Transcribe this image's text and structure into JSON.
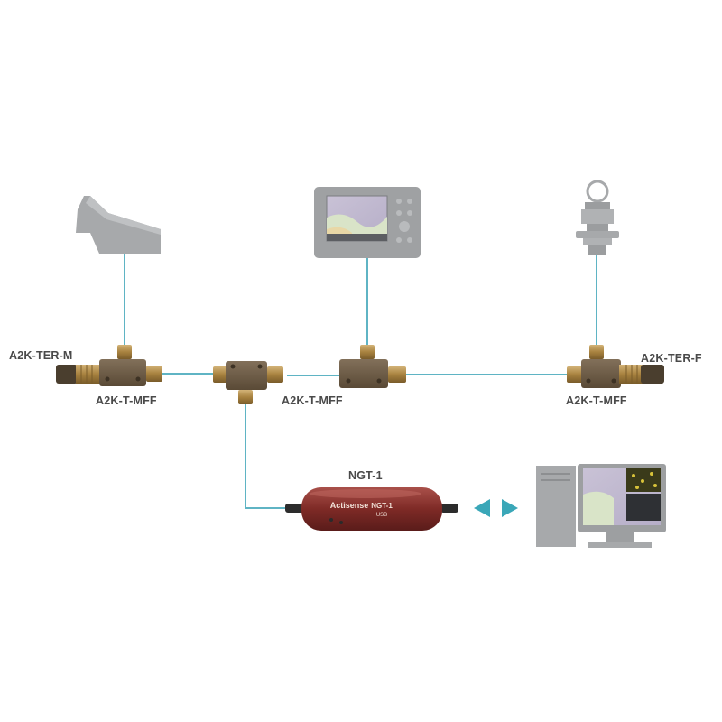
{
  "labels": {
    "terminator_left": "A2K-TER-M",
    "terminator_right": "A2K-TER-F",
    "tee_1": "A2K-T-MFF",
    "tee_2": "A2K-T-MFF",
    "tee_3": "A2K-T-MFF",
    "gateway": "NGT-1"
  },
  "gateway_device": {
    "brand": "Actisense",
    "model": "NGT-1",
    "variant": "USB"
  },
  "colors": {
    "cable": "#5fb4c4",
    "connector_body": "#6e5a3e",
    "connector_brass": "#b08a4a",
    "device_grey": "#a7a9ab",
    "gateway_red": "#8a2e2a",
    "arrow": "#3aa7b8",
    "label": "#4a4a4a"
  },
  "icons": [
    "transducer-icon",
    "chartplotter-icon",
    "thru-hull-sensor-icon",
    "desktop-computer-icon",
    "bidirectional-arrow-icon"
  ]
}
